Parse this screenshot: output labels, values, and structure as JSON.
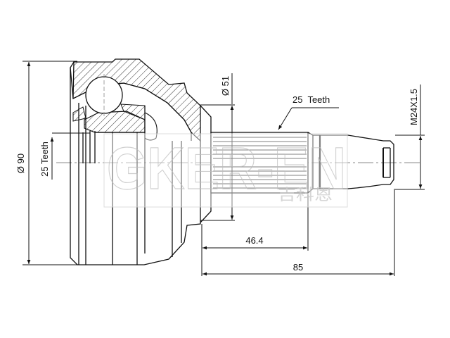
{
  "drawing": {
    "subject": "CV joint (outer) technical drawing",
    "dimensions": {
      "outer_diameter": "Ø 90",
      "inner_spline_teeth": "25 Teeth",
      "stem_diameter": "Ø 51",
      "outer_spline_teeth": "25  Teeth",
      "thread": "M24X1.5",
      "spline_length": "46.4",
      "total_stem_length": "85"
    },
    "watermark": {
      "latin": "GKER-EN",
      "chinese": "吉科恩"
    },
    "colors": {
      "line": "#111111",
      "hatch": "#333333",
      "watermark": "#c8c8c8",
      "background": "#ffffff"
    }
  }
}
